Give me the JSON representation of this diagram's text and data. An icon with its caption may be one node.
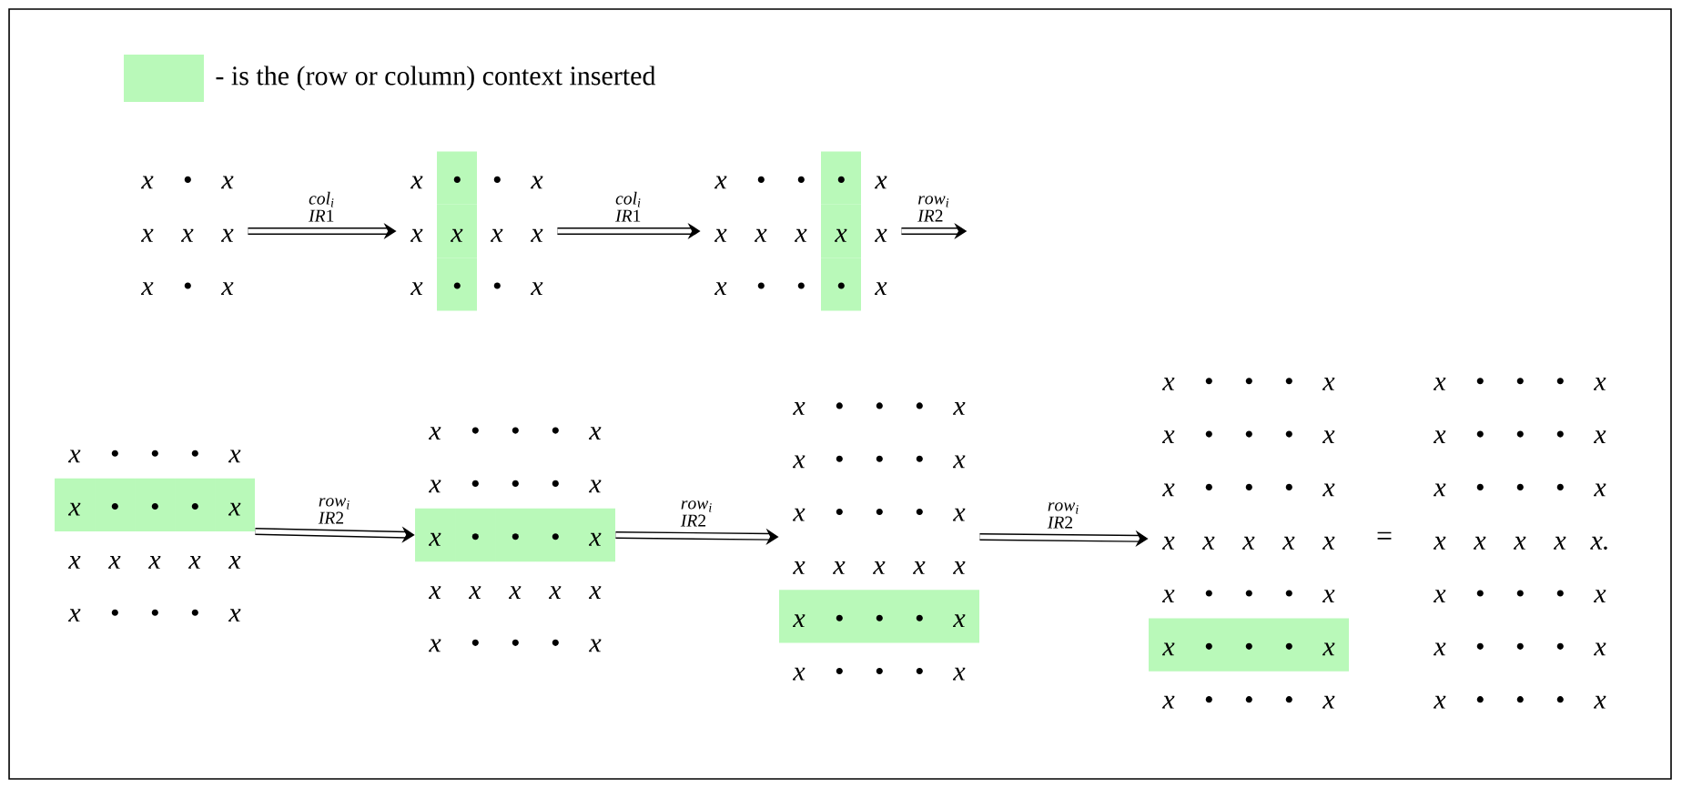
{
  "diagram": {
    "nodes": [
      {
        "text": [
          "x",
          "•",
          "x",
          "x",
          "x",
          "x",
          "x",
          "•",
          "x"
        ]
      },
      {
        "text": [
          "x",
          "•",
          "•",
          "x",
          "x",
          "x",
          "x",
          "x",
          "x",
          "•",
          "•",
          "x"
        ]
      },
      {
        "text": [
          "x",
          "•",
          "•",
          "•",
          "x",
          "x",
          "x",
          "x",
          "x",
          "x",
          "x",
          "•",
          "•",
          "•",
          "x"
        ]
      },
      {
        "text": [
          "x",
          "•",
          "•",
          "•",
          "x",
          "x",
          "•",
          "•",
          "•",
          "x",
          "x",
          "x",
          "x",
          "x",
          "x",
          "x",
          "•",
          "•",
          "•",
          "x"
        ]
      },
      {
        "text": [
          "x",
          "•",
          "•",
          "•",
          "x",
          "x",
          "•",
          "•",
          "•",
          "x",
          "x",
          "•",
          "•",
          "•",
          "x",
          "x",
          "x",
          "x",
          "x",
          "x",
          "x",
          "•",
          "•",
          "•",
          "x"
        ]
      },
      {
        "text": [
          "x",
          "•",
          "•",
          "•",
          "x",
          "x",
          "•",
          "•",
          "•",
          "x",
          "x",
          "•",
          "•",
          "•",
          "x",
          "x",
          "x",
          "x",
          "x",
          "x",
          "x",
          "•",
          "•",
          "•",
          "x",
          "x",
          "•",
          "•",
          "•",
          "x"
        ]
      },
      {
        "text": [
          "x",
          "•",
          "•",
          "•",
          "x",
          "x",
          "•",
          "•",
          "•",
          "x",
          "x",
          "•",
          "•",
          "•",
          "x",
          "x",
          "x",
          "x",
          "x",
          "x",
          "x",
          "•",
          "•",
          "•",
          "x",
          "x",
          "•",
          "•",
          "•",
          "x",
          "x",
          "•",
          "•",
          "•",
          "x"
        ]
      },
      {
        "text": [
          "x",
          "•",
          "•",
          "•",
          "x",
          "x",
          "•",
          "•",
          "•",
          "x",
          "x",
          "•",
          "•",
          "•",
          "x",
          "x",
          "x",
          "x",
          "x",
          "x.",
          "x",
          "•",
          "•",
          "•",
          "x",
          "x",
          "•",
          "•",
          "•",
          "x",
          "x",
          "•",
          "•",
          "•",
          "x"
        ]
      }
    ],
    "edges": [
      {
        "from": 0,
        "to": 1,
        "arrow": "to",
        "label": "^{col_i}_{IR1}"
      },
      {
        "from": 1,
        "to": 2,
        "arrow": "to",
        "label": "^{col_i}_{IR1}"
      },
      {
        "from": 2,
        "to": null,
        "arrow": "to",
        "label": "^{row_i}_{IR2}"
      },
      {
        "from": 3,
        "to": 4,
        "arrow": "to",
        "label": "^{row_i}_{IR2}"
      },
      {
        "from": 4,
        "to": 5,
        "arrow": "to",
        "label": "^{row_i}_{IR2}"
      },
      {
        "from": 5,
        "to": 6,
        "arrow": "to",
        "label": "^{row_i}_{IR2}"
      }
    ],
    "labels": [
      "="
    ],
    "legend": [
      {
        "text": "- is the (row or column) context inserted",
        "color": "#b9f9b9"
      }
    ]
  }
}
